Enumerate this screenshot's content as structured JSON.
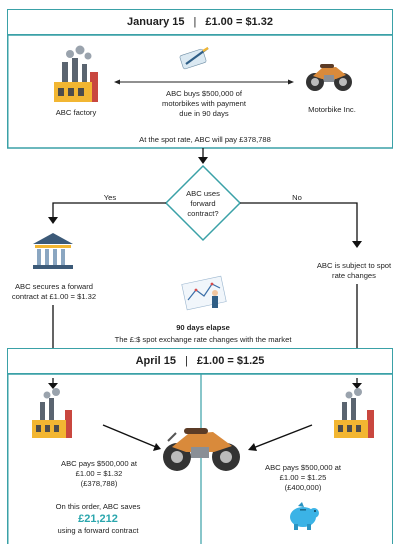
{
  "top": {
    "date": "January 15",
    "separator": "|",
    "rate": "£1.00 = $1.32",
    "left_party": "ABC factory",
    "right_party": "Motorbike Inc.",
    "deal_line1": "ABC buys $500,000 of",
    "deal_line2": "motorbikes with payment",
    "deal_line3": "due in 90 days",
    "spot_note": "At the spot rate, ABC will pay £378,788"
  },
  "decision": {
    "line1": "ABC uses",
    "line2": "forward",
    "line3": "contract?",
    "yes": "Yes",
    "no": "No"
  },
  "yes_branch": {
    "line1": "ABC secures a forward",
    "line2": "contract at £1.00 = $1.32"
  },
  "no_branch": {
    "line1": "ABC is subject to spot",
    "line2": "rate changes"
  },
  "elapse": {
    "title": "90 days elapse",
    "note": "The £:$ spot exchange rate changes with the market"
  },
  "bottom": {
    "date": "April 15",
    "separator": "|",
    "rate": "£1.00 = $1.25",
    "left_line1": "ABC pays $500,000 at",
    "left_line2": "£1.00 = $1.32",
    "left_line3": "(£378,788)",
    "savings_line1": "On this order, ABC saves",
    "savings_amount": "£21,212",
    "savings_line3": "using a forward contract",
    "right_line1": "ABC pays $500,000 at",
    "right_line2": "£1.00 = $1.25",
    "right_line3": "(£400,000)"
  },
  "colors": {
    "frame": "#3aa1a7",
    "savings": "#2aa6ad",
    "factory": "#5a6470",
    "factory_accent": "#f2b632",
    "bike_tank": "#d98a3b",
    "piggy": "#3bb3e6"
  }
}
